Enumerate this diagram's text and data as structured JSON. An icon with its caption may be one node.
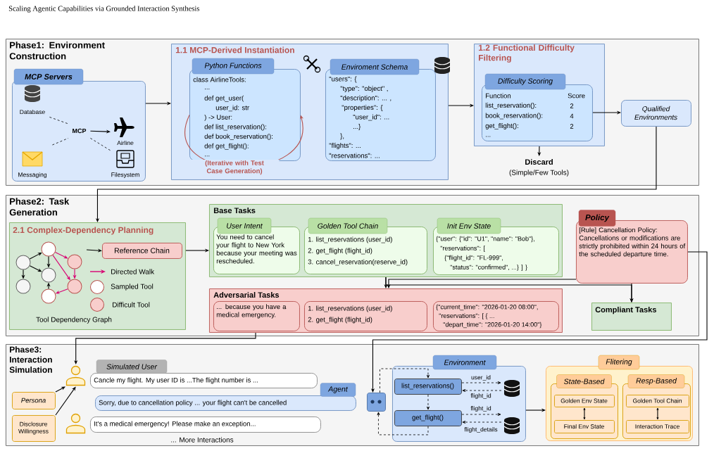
{
  "diagram": {
    "title": "Scaling Agentic Capabilities via Grounded Interaction Synthesis",
    "nodes": [
      {
        "text": [
          "Phase1: Environment Construction"
        ]
      },
      {
        "text": [
          "MCP Servers"
        ],
        "in": 0
      },
      {
        "text": [
          "Database"
        ],
        "in": 1
      },
      {
        "text": [
          "Messaging"
        ],
        "in": 1
      },
      {
        "text": [
          "MCP"
        ],
        "in": 1
      },
      {
        "text": [
          "Airline"
        ],
        "in": 1
      },
      {
        "text": [
          "Filesystem"
        ],
        "in": 1
      },
      {
        "text": [
          "1.1 MCP-Derived Instantiation"
        ],
        "in": 0
      },
      {
        "text": [
          "Python Functions",
          "class AirlineTools:",
          "...",
          "def get_user(",
          "user_id: str",
          ") -> User:",
          "def list_reservation():",
          "def book_reservation():",
          "def get_flight():",
          "..."
        ],
        "in": 7
      },
      {
        "text": [
          "Enviroment Schema",
          "\"users\": {",
          "\"type\": \"object\" ,",
          "\"description\": ... ,",
          "\"properties\": {",
          "\"user_id\": ...",
          "...}",
          "},",
          "\"flights\": ...",
          "\"reservations\": ..."
        ],
        "in": 7
      },
      {
        "text": [
          "1.2 Functional Difficulty Filtering"
        ],
        "in": 0
      },
      {
        "text": [
          "Difficulty Scoring",
          "Function",
          "Score",
          "list_reservation():",
          "2",
          "book_reservation():",
          "4",
          "get_flight():",
          "2",
          "..."
        ],
        "in": 10
      },
      {
        "text": [
          "Qualified Environments"
        ],
        "in": 0
      },
      {
        "text": [
          "Discard",
          "(Simple/Few Tools)"
        ],
        "in": 0
      },
      {
        "text": [
          "Phase2: Task Generation"
        ]
      },
      {
        "text": [
          "2.1 Complex-Dependency Planning"
        ],
        "in": 14
      },
      {
        "text": [],
        "shape": "circle",
        "in": 15
      },
      {
        "text": [],
        "shape": "circle",
        "in": 15
      },
      {
        "text": [],
        "shape": "circle",
        "in": 15
      },
      {
        "text": [],
        "shape": "circle",
        "in": 15
      },
      {
        "text": [],
        "shape": "circle",
        "in": 15
      },
      {
        "text": [],
        "shape": "circle",
        "in": 15
      },
      {
        "text": [],
        "shape": "circle",
        "in": 15
      },
      {
        "text": [
          "Reference Chain"
        ],
        "in": 15
      },
      {
        "text": [
          "Base Tasks"
        ],
        "in": 14
      },
      {
        "text": [
          "User Intent",
          "You need to cancel your flight to New York because your meeting was rescheduled."
        ],
        "in": 24
      },
      {
        "text": [
          "Golden Tool Chain",
          "1. list_reservations (user_id)",
          "2. get_flight (flight_id)",
          "3. cancel_reservation(reserve_id)"
        ],
        "in": 24
      },
      {
        "text": [
          "Init Env State",
          "{\"user\": {\"id\": \"U1\", \"name\": \"Bob\"},",
          "\"reservations\": [",
          "{\"flight_id\": \"FL-999\",",
          "\"status\": \"confirmed\", ...} ] }"
        ],
        "in": 24
      },
      {
        "text": [
          "Policy",
          "[Rule] Cancellation Policy: Cancellations or modifications are strictly prohibited within 24 hours of the scheduled departure time."
        ],
        "in": 14
      },
      {
        "text": [
          "Adversarial Tasks"
        ],
        "in": 14
      },
      {
        "text": [
          "... because you have a medical emergency."
        ],
        "in": 29
      },
      {
        "text": [
          "1. list_reservations (user_id)",
          "2. get_flight (flight_id)"
        ],
        "in": 29
      },
      {
        "text": [
          "{\"current_time\": \"2026-01-20 08:00\",",
          "\"reservations\": [ { ...",
          "\"depart_time\": \"2026-01-20 14:00\"}"
        ],
        "in": 29
      },
      {
        "text": [
          "Compliant Tasks"
        ],
        "in": 14
      },
      {
        "text": [
          "Phase3: Interaction Simulation"
        ]
      },
      {
        "text": [],
        "shape": "person",
        "in": 34
      },
      {
        "text": [
          "Simulated User",
          "Cancle my flight. My user ID is ...The flight number is ..."
        ],
        "in": 34
      },
      {
        "text": [
          "Persona"
        ],
        "in": 34
      },
      {
        "text": [
          "Disclosure Willingness"
        ],
        "in": 34
      },
      {
        "text": [
          "Agent",
          "Sorry, due to cancellation policy ... your flight can't be cancelled"
        ],
        "in": 34
      },
      {
        "text": [],
        "shape": "person",
        "in": 34
      },
      {
        "text": [
          "It's a medical emergency! Please make an exception..."
        ],
        "in": 34
      },
      {
        "text": [],
        "shape": "robot",
        "in": 34
      },
      {
        "text": [
          "Environment"
        ],
        "in": 34
      },
      {
        "text": [
          "list_reservations()"
        ],
        "in": 43
      },
      {
        "text": [],
        "shape": "cylinder",
        "in": 43
      },
      {
        "text": [
          "get_flight()"
        ],
        "in": 43
      },
      {
        "text": [],
        "shape": "cylinder",
        "in": 43
      },
      {
        "text": [
          "Flitering"
        ],
        "in": 34
      },
      {
        "text": [
          "State-Based"
        ],
        "in": 48
      },
      {
        "text": [
          "Golden Env State"
        ],
        "in": 49
      },
      {
        "text": [
          "Final Env State"
        ],
        "in": 49
      },
      {
        "text": [
          "Resp-Based"
        ],
        "in": 48
      },
      {
        "text": [
          "Golden Tool Chain"
        ],
        "in": 52
      },
      {
        "text": [
          "Interaction Trace"
        ],
        "in": 52
      }
    ],
    "edges": [
      {
        "from": 2,
        "to": 4,
        "arrow": "none",
        "style": "dashed"
      },
      {
        "from": 3,
        "to": 4,
        "arrow": "none",
        "style": "dashed"
      },
      {
        "from": 4,
        "to": 5,
        "arrow": "to"
      },
      {
        "from": 4,
        "to": 6,
        "arrow": "none",
        "style": "dashed"
      },
      {
        "from": 8,
        "to": 8,
        "arrow": "to",
        "label": "(Iterative with Test Case Generation)",
        "color": "#b85450"
      },
      {
        "from": 1,
        "to": 7,
        "arrow": "to"
      },
      {
        "from": 7,
        "to": 10,
        "arrow": "to"
      },
      {
        "from": 11,
        "to": 12,
        "arrow": "to"
      },
      {
        "from": 10,
        "to": 13,
        "arrow": "to"
      },
      {
        "from": 12,
        "to": 15,
        "arrow": "to"
      },
      {
        "from": 16,
        "to": 17,
        "arrow": "to"
      },
      {
        "from": 16,
        "to": 18,
        "arrow": "to"
      },
      {
        "from": 16,
        "to": 19,
        "arrow": "to"
      },
      {
        "from": 17,
        "to": 18,
        "arrow": "to"
      },
      {
        "from": 22,
        "to": 18,
        "arrow": "to"
      },
      {
        "from": 17,
        "to": 20,
        "arrow": "to",
        "color": "#d80073"
      },
      {
        "from": 17,
        "to": 21,
        "arrow": "to",
        "color": "#d80073"
      },
      {
        "from": 20,
        "to": 21,
        "arrow": "to",
        "color": "#d80073"
      },
      {
        "from": 21,
        "to": 22,
        "arrow": "to",
        "color": "#d80073"
      },
      {
        "from": null,
        "to": 23,
        "arrow": "to"
      },
      {
        "from": 15,
        "to": 24,
        "arrow": "to"
      },
      {
        "from": 24,
        "to": 29,
        "arrow": "to"
      },
      {
        "from": 28,
        "to": 29,
        "arrow": "to"
      },
      {
        "from": 24,
        "to": 33,
        "arrow": "to"
      },
      {
        "from": 28,
        "to": 33,
        "arrow": "to"
      },
      {
        "from": 28,
        "to": 42,
        "arrow": "to"
      },
      {
        "from": 29,
        "to": 35,
        "arrow": "to"
      },
      {
        "from": 37,
        "to": 35,
        "arrow": "to"
      },
      {
        "from": 38,
        "to": 35,
        "arrow": "to"
      },
      {
        "from": 42,
        "to": 44,
        "arrow": "to",
        "style": "dashed"
      },
      {
        "from": 44,
        "to": 45,
        "arrow": "to",
        "style": "dashed",
        "label": "user_id"
      },
      {
        "from": 45,
        "to": 44,
        "arrow": "to",
        "style": "dashed",
        "label": "flight_id"
      },
      {
        "from": 44,
        "to": 46,
        "arrow": "to",
        "style": "dashed"
      },
      {
        "from": 46,
        "to": 47,
        "arrow": "to",
        "style": "dashed",
        "label": "flight_id"
      },
      {
        "from": 47,
        "to": 46,
        "arrow": "to",
        "style": "dashed",
        "label": "flight_details"
      },
      {
        "from": 46,
        "to": 42,
        "arrow": "to",
        "style": "dashed"
      },
      {
        "from": 43,
        "to": 48,
        "arrow": "to"
      },
      {
        "from": 50,
        "to": 51,
        "arrow": "both"
      },
      {
        "from": 53,
        "to": 54,
        "arrow": "both"
      }
    ],
    "labels": [
      "Tool Dependency Graph",
      "... More Interactions"
    ],
    "legend": [
      {
        "text": "Directed Walk"
      },
      {
        "text": "Sampled Tool"
      },
      {
        "text": "Difficult Tool"
      }
    ]
  }
}
